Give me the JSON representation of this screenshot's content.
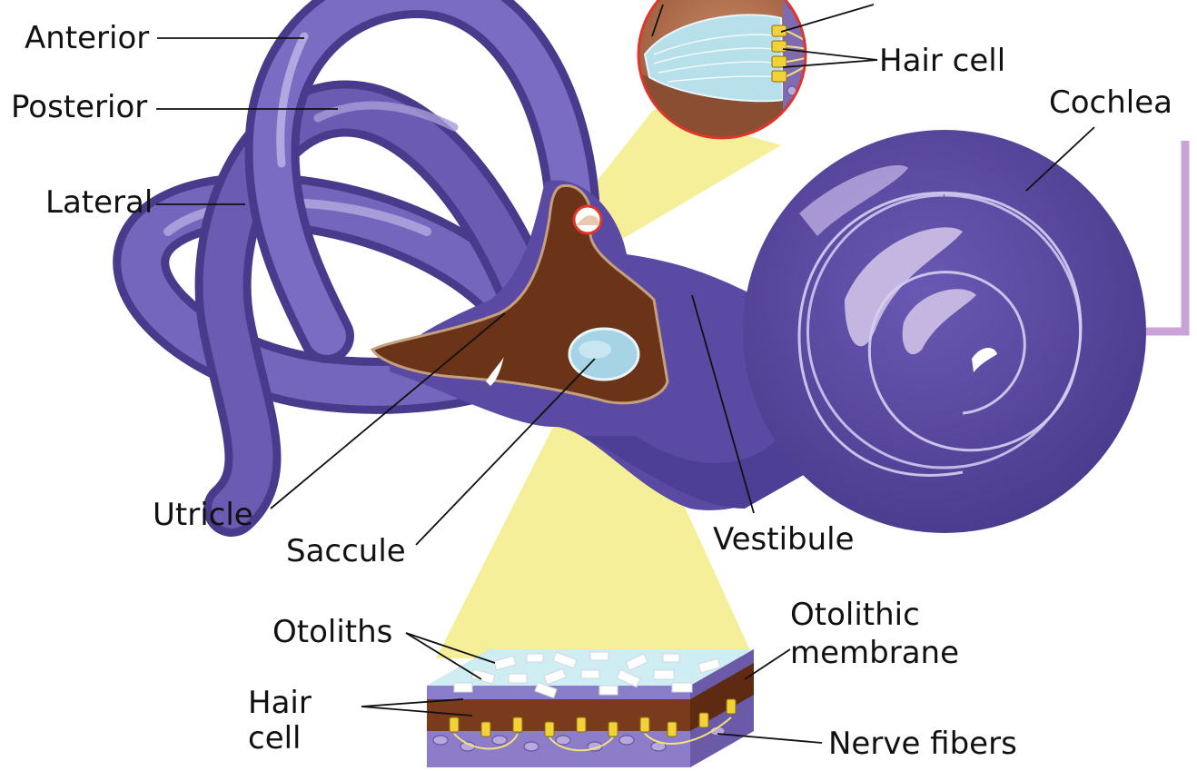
{
  "labels": {
    "anterior": "Anterior",
    "posterior": "Posterior",
    "lateral": "Lateral",
    "hair_cell_top": "Hair cell",
    "cochlea": "Cochlea",
    "utricle": "Utricle",
    "saccule": "Saccule",
    "vestibule": "Vestibule",
    "otoliths": "Otoliths",
    "otolithic_membrane_line1": "Otolithic",
    "otolithic_membrane_line2": "membrane",
    "hair_cell_bottom_line1": "Hair",
    "hair_cell_bottom_line2": "cell",
    "nerve_fibers": "Nerve fibers"
  },
  "colors": {
    "canal": "#5f4fa6",
    "canal_dark": "#4a3a8c",
    "canal_light": "#9a8fd0",
    "cochlea_highlight": "#c4b6e0",
    "vestibule_inner": "#6b3418",
    "zoom_beam": "#f5ed8f",
    "zoom_circle_border": "#e0352b",
    "cupula": "#b8e0ea",
    "hair_cell_yellow": "#f1d23a",
    "side_bracket": "#c9a3d6"
  }
}
